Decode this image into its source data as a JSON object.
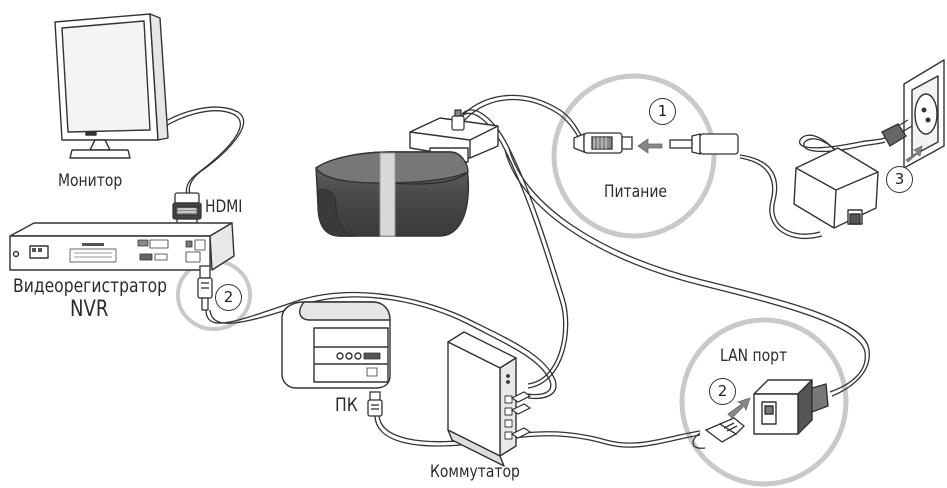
{
  "labels": {
    "monitor": "Монитор",
    "hdmi": "HDMI",
    "nvr_line1": "Видеорегистратор",
    "nvr_line2": "NVR",
    "pc": "ПК",
    "switch": "Коммутатор",
    "power": "Питание",
    "lan_port": "LAN порт"
  },
  "steps": {
    "power": "1",
    "nvr_lan": "2",
    "lan_port": "2",
    "outlet": "3"
  },
  "colors": {
    "outline": "#333333",
    "device_fill": "#ffffff",
    "camera_body": "#5a5a5a",
    "camera_light": "#d8d8d8",
    "callout_ring": "#c8c8c8",
    "arrow": "#888888"
  }
}
